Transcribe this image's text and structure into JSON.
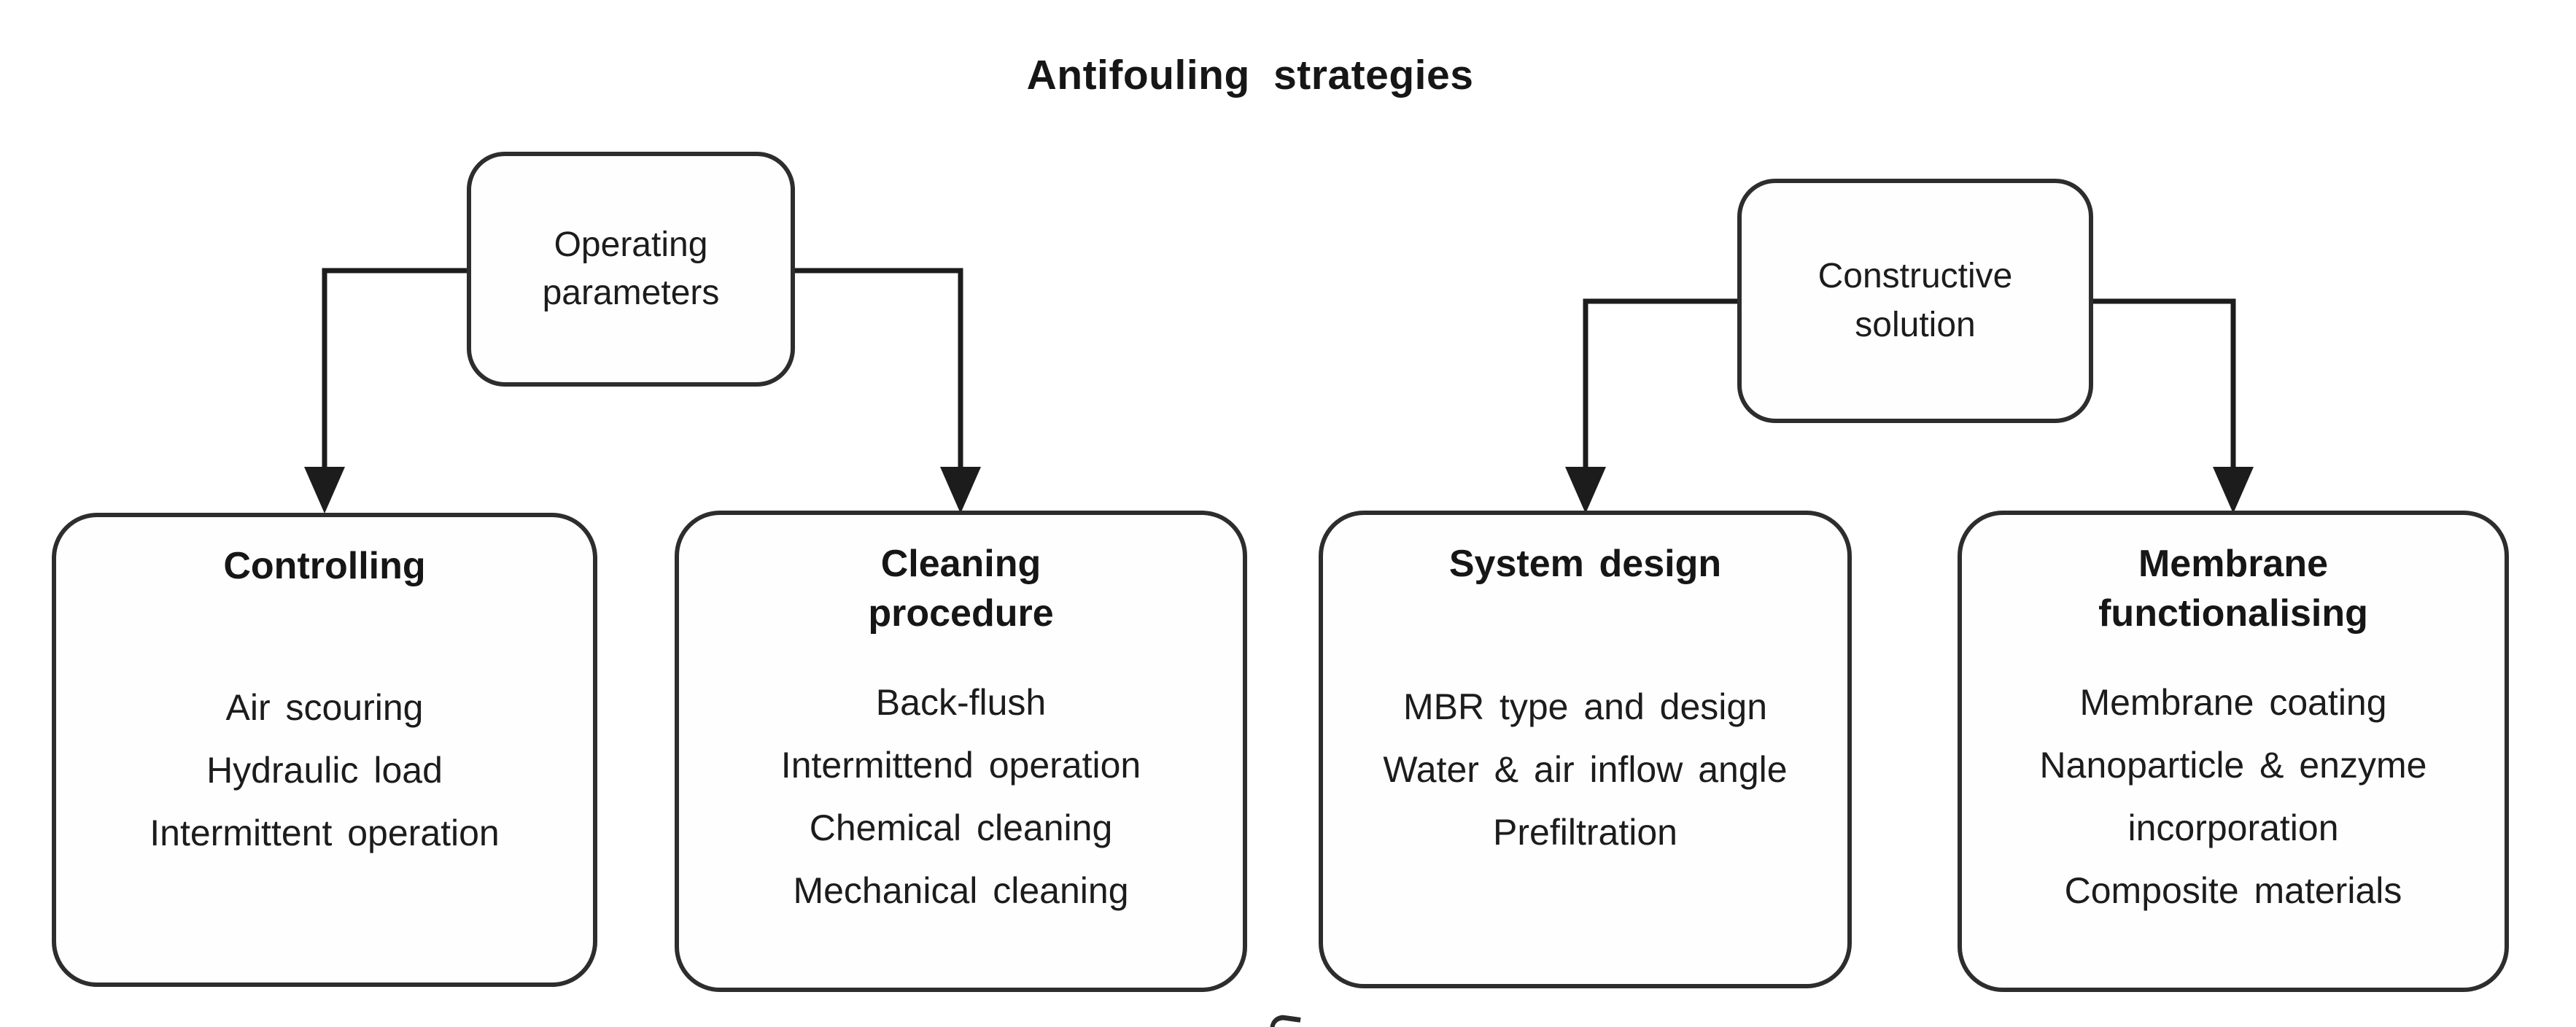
{
  "title": "Antifouling strategies",
  "parents": [
    {
      "label": "Operating parameters"
    },
    {
      "label": "Constructive solution"
    }
  ],
  "children": [
    {
      "title": "Controlling",
      "items": [
        "Air scouring",
        "Hydraulic load",
        "Intermittent operation"
      ]
    },
    {
      "title": "Cleaning procedure",
      "items": [
        "Back-flush",
        "Intermittend operation",
        "Chemical cleaning",
        "Mechanical cleaning"
      ]
    },
    {
      "title": "System design",
      "items": [
        "MBR type and design",
        "Water & air inflow angle",
        "Prefiltration"
      ]
    },
    {
      "title": "Membrane functionalising",
      "items": [
        "Membrane coating",
        "Nanoparticle & enzyme incorporation",
        "Composite materials"
      ]
    }
  ],
  "colors": {
    "background": "#ffffff",
    "box_fill": "#fefefe",
    "box_border": "#2d2d2d",
    "connector_line": "#1c1c1c",
    "text": "#1a1a1a"
  }
}
